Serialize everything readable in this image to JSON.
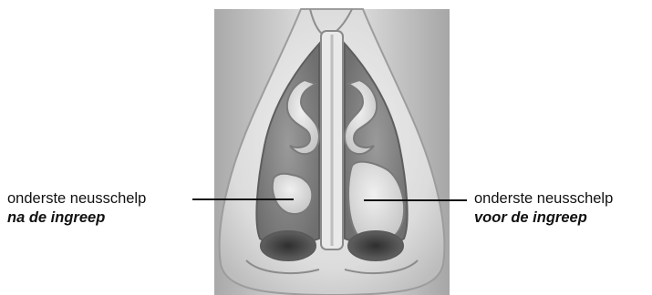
{
  "figure": {
    "subject": "nose-front-view-inferior-turbinates",
    "colors": {
      "background": "#ffffff",
      "text": "#111111",
      "line": "#111111"
    }
  },
  "labels": {
    "left": {
      "line1": "onderste neusschelp",
      "line2": "na de ingreep"
    },
    "right": {
      "line1": "onderste neusschelp",
      "line2": "voor de ingreep"
    }
  }
}
